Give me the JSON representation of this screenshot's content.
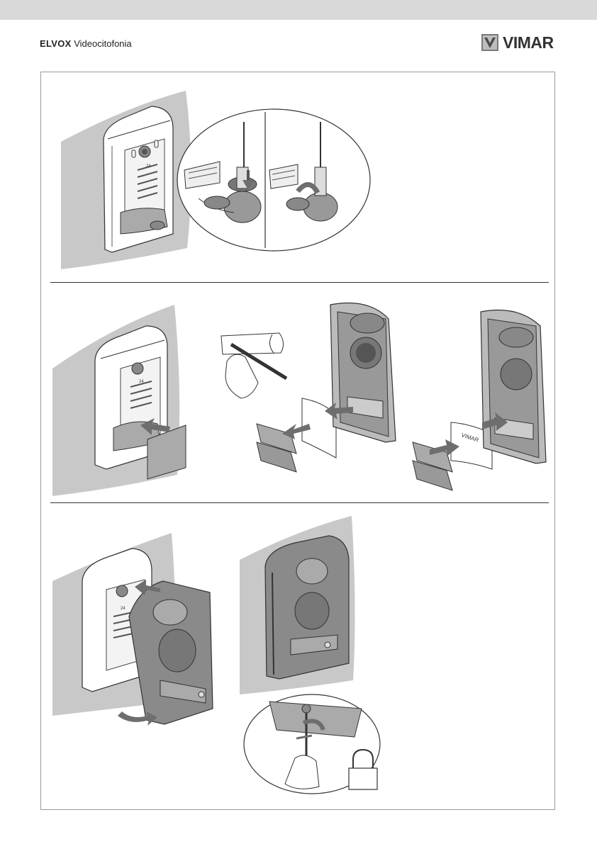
{
  "header": {
    "brand_bold": "ELVOX",
    "brand_rest": " Videocitofonia",
    "logo_text": "VIMAR",
    "logo_mark_icon": "vimar-v-square-icon"
  },
  "illustrations": {
    "panel1_board_number": "24",
    "panel2_board_number": "24",
    "panel3_board_number": "24",
    "label_strip_text": "VIMAR"
  },
  "colors": {
    "topbar": "#d9d9d9",
    "wall": "#c8c8c8",
    "device": "#ffffff",
    "dark_cover": "#8a8a8a",
    "arrow": "#6e6e6e"
  }
}
